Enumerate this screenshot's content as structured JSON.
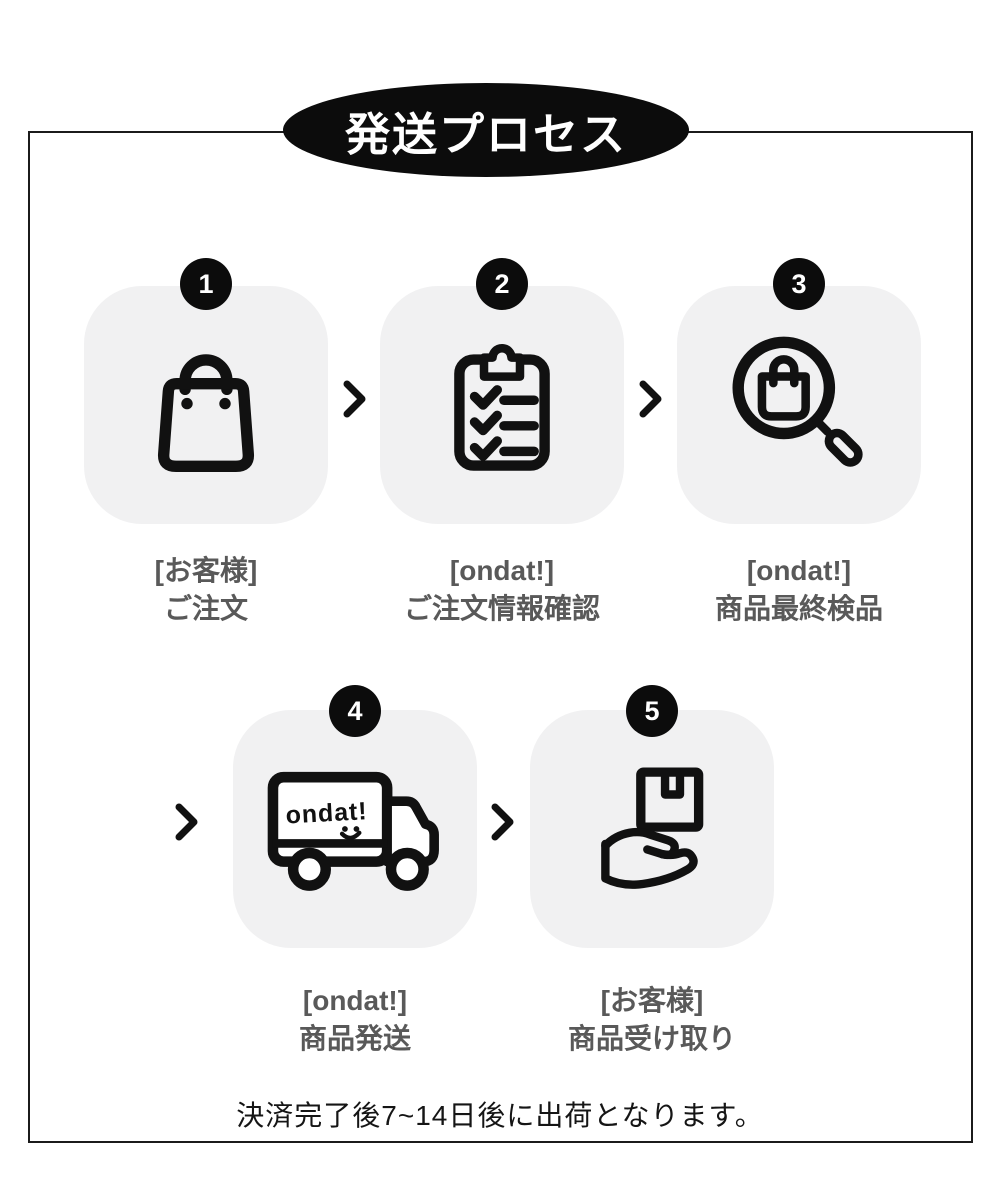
{
  "title": "発送プロセス",
  "steps": [
    {
      "number": "1",
      "icon": "shopping-bag-icon",
      "actor": "[お客様]",
      "action": "ご注文"
    },
    {
      "number": "2",
      "icon": "clipboard-checklist-icon",
      "actor": "[ondat!]",
      "action": "ご注文情報確認"
    },
    {
      "number": "3",
      "icon": "magnifier-bag-icon",
      "actor": "[ondat!]",
      "action": "商品最終検品"
    },
    {
      "number": "4",
      "icon": "delivery-truck-icon",
      "actor": "[ondat!]",
      "action": "商品発送",
      "truck_logo": "ondat!"
    },
    {
      "number": "5",
      "icon": "hand-receiving-box-icon",
      "actor": "[お客様]",
      "action": "商品受け取り"
    }
  ],
  "footer_note": "決済完了後7~14日後に出荷となります。",
  "colors": {
    "banner_black": "#0c0c0c",
    "tile_gray": "#f1f1f2",
    "icon_black": "#111111",
    "label_gray": "#595959",
    "border_black": "#1b1b1b"
  }
}
